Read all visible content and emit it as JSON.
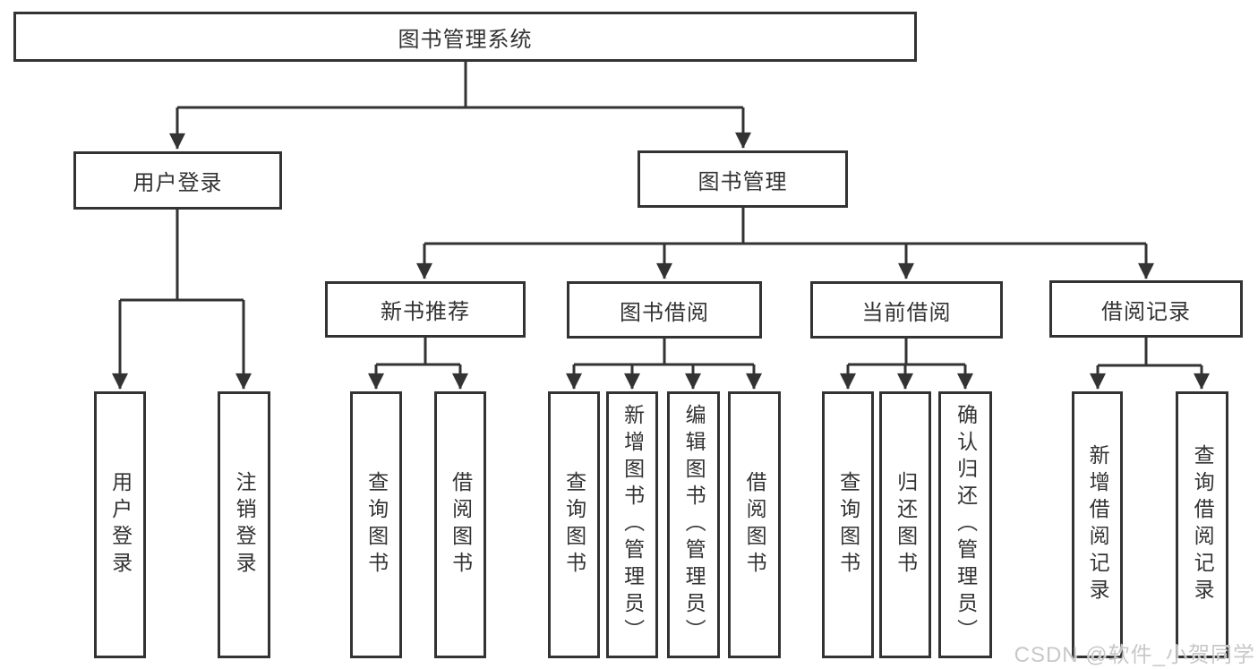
{
  "diagram": {
    "type": "hierarchy-tree",
    "watermark": "CSDN @软件_小贺同学",
    "colors": {
      "line": "#333333",
      "text": "#333333",
      "box_background": "#ffffff",
      "watermark": "#c6c6c6",
      "background": "#ffffff"
    },
    "tree": {
      "label": "图书管理系统",
      "children": [
        {
          "label": "用户登录",
          "children": [
            {
              "label": "用户登录"
            },
            {
              "label": "注销登录"
            }
          ]
        },
        {
          "label": "图书管理",
          "children": [
            {
              "label": "新书推荐",
              "children": [
                {
                  "label": "查询图书"
                },
                {
                  "label": "借阅图书"
                }
              ]
            },
            {
              "label": "图书借阅",
              "children": [
                {
                  "label": "查询图书"
                },
                {
                  "label": "新增图书（管理员）"
                },
                {
                  "label": "编辑图书（管理员）"
                },
                {
                  "label": "借阅图书"
                }
              ]
            },
            {
              "label": "当前借阅",
              "children": [
                {
                  "label": "查询图书"
                },
                {
                  "label": "归还图书"
                },
                {
                  "label": "确认归还（管理员）"
                }
              ]
            },
            {
              "label": "借阅记录",
              "children": [
                {
                  "label": "新增借阅记录"
                },
                {
                  "label": "查询借阅记录"
                }
              ]
            }
          ]
        }
      ]
    }
  }
}
